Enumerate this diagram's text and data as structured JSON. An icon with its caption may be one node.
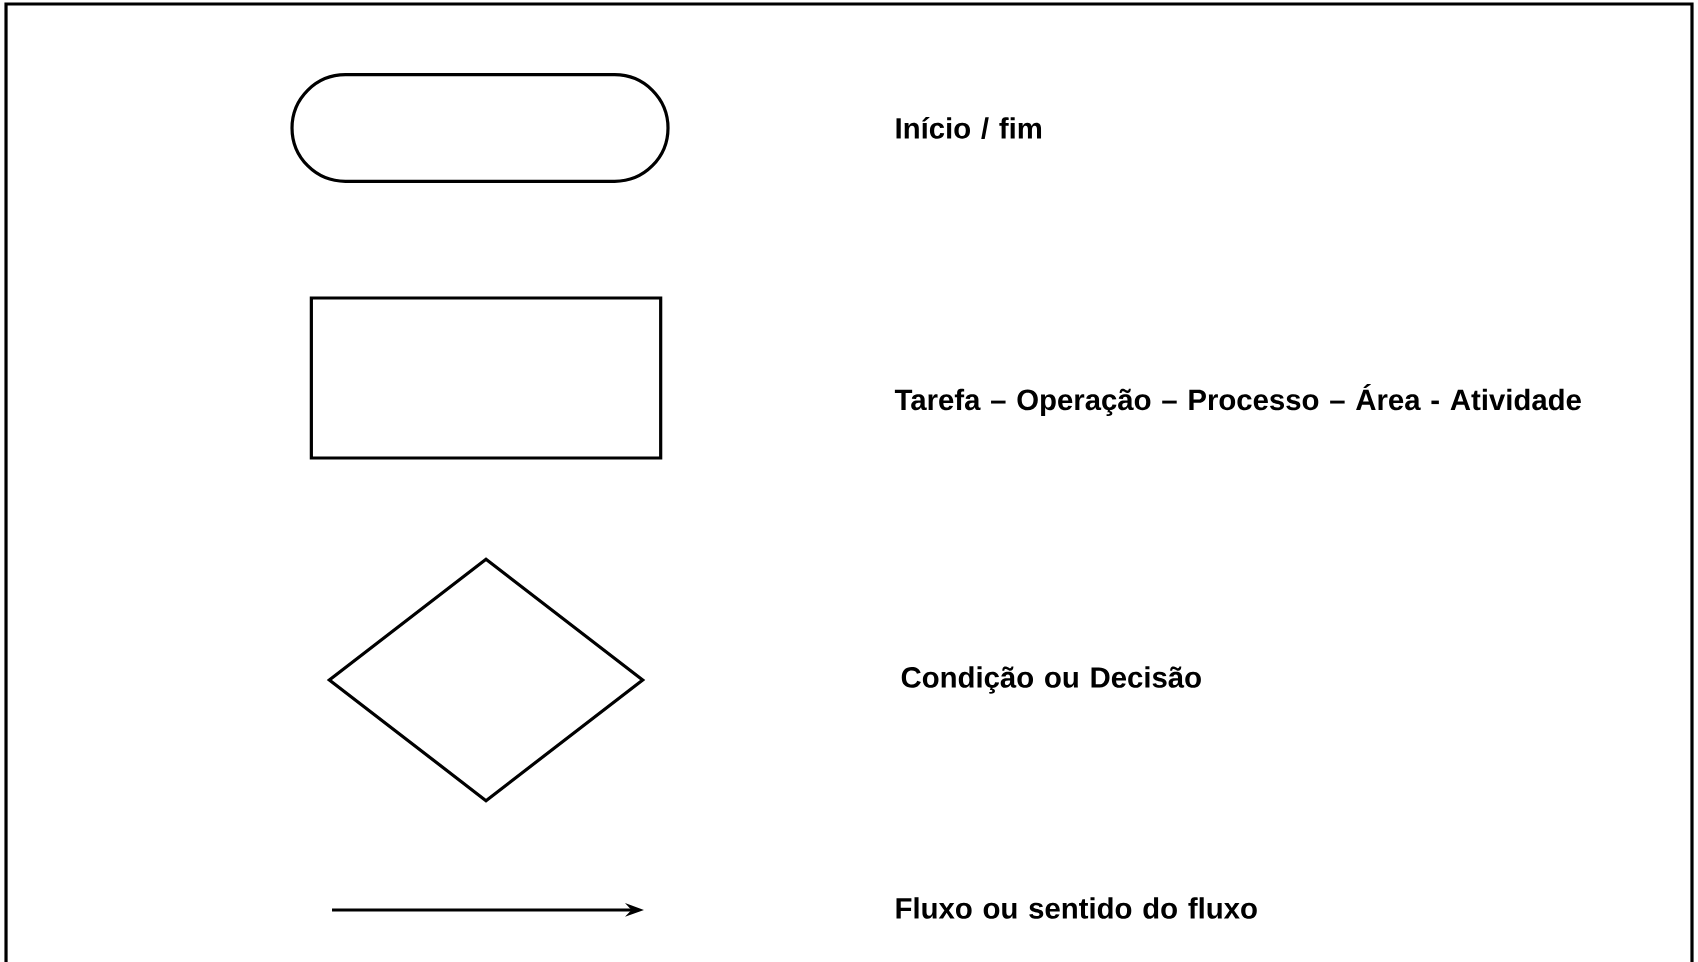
{
  "diagram": {
    "nodes": [
      {
        "text": [],
        "shape": "pill"
      },
      {
        "text": [],
        "shape": "box"
      },
      {
        "text": [],
        "shape": "diamond"
      }
    ],
    "legend": [
      {
        "text": "Início / fim"
      },
      {
        "text": "Tarefa – Operação – Processo – Área - Atividade"
      },
      {
        "text": "Condição ou Decisão"
      },
      {
        "text": "Fluxo ou sentido do fluxo"
      }
    ]
  }
}
